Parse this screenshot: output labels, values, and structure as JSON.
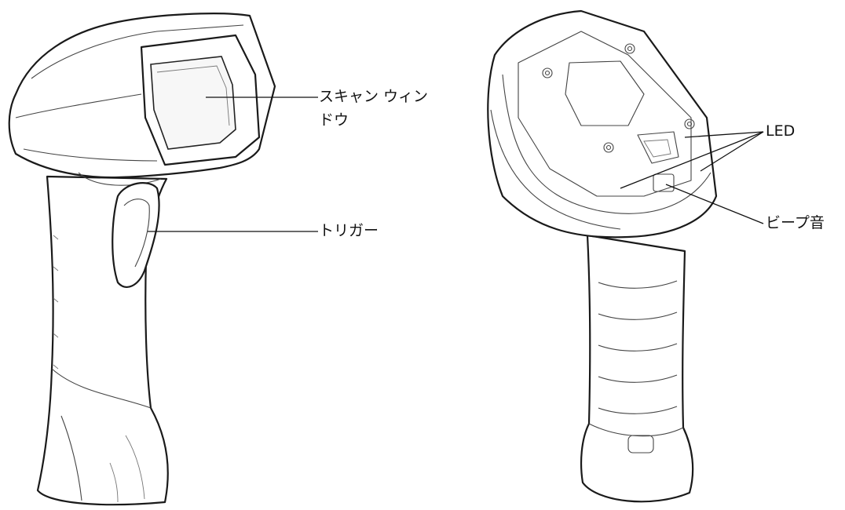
{
  "labels": {
    "scan_window_line1": "スキャン ウィン",
    "scan_window_line2": "ドウ",
    "trigger": "トリガー",
    "led": "LED",
    "beeper": "ビープ音"
  },
  "colors": {
    "outline": "#1a1a1a",
    "leader_line": "#111111",
    "background": "#ffffff"
  }
}
